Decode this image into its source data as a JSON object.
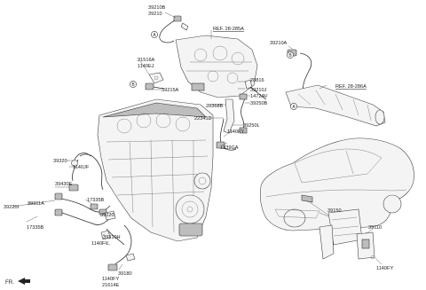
{
  "labels": {
    "p39210B": "39210B",
    "p39210": "39210",
    "ref285": "REF. 28-285A",
    "p21516A": "21516A",
    "p1140EJ": "1140EJ",
    "p39215A": "39215A",
    "p39210A": "39210A",
    "p28816": "28816",
    "p39210J": "39210J",
    "p1472AV": "1472AV",
    "p39250B": "39250B",
    "p28368B": "28368B",
    "ref286": "REF. 28-286A",
    "p22341D": "22341D",
    "p39250L": "39250L",
    "p1140FY_a": "1140FY",
    "p1339GA": "1339GA",
    "p39320": "39320",
    "p1140JF": "1140JF",
    "p39430E": "39430E",
    "p39220I": "39220I",
    "p39311A": "39311A",
    "p17335B_a": "17335B",
    "p17335B_b": "17335B",
    "p39220": "39220",
    "p39310H": "39310H",
    "p1140FY_b": "1140FY",
    "p39150": "39150",
    "p39110": "39110",
    "p1140FY_c": "1140FY",
    "p39180": "39180",
    "p1140FY_d": "1140FY",
    "p21614E": "21614E",
    "fr": "FR."
  },
  "callouts": {
    "a1": "A",
    "a2": "A",
    "b1": "B",
    "b2": "B"
  },
  "colors": {
    "line": "#333333",
    "fill": "#f4f4f4",
    "background": "#ffffff"
  }
}
